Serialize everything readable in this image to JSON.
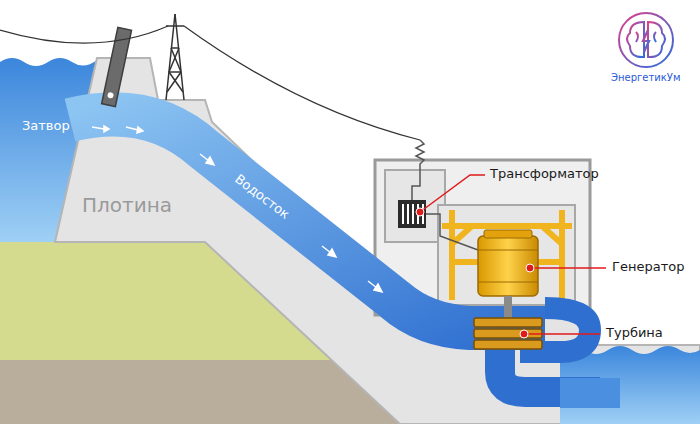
{
  "diagram": {
    "labels": [
      "Затвор",
      "Плотина",
      "Водосток",
      "Трансформатор",
      "Генератор",
      "Турбина",
      "ЭнергетикУм"
    ]
  }
}
